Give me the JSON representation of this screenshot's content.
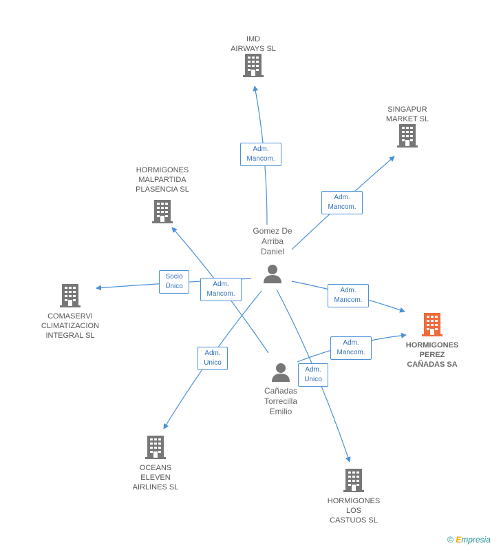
{
  "nodes": {
    "imd": "IMD\nAIRWAYS  SL",
    "singapur": "SINGAPUR\nMARKET  SL",
    "malpartida": "HORMIGONES\nMALPARTIDA\nPLASENCIA SL",
    "comaservi": "COMASERVI\nCLIMATIZACION\nINTEGRAL SL",
    "oceans": "OCEANS\nELEVEN\nAIRLINES SL",
    "castuos": "HORMIGONES\nLOS\nCASTUOS  SL",
    "perez": "HORMIGONES\nPEREZ\nCAÑADAS SA",
    "gomez": "Gomez De\nArriba\nDaniel",
    "canadas": "Cañadas\nTorrecilla\nEmilio"
  },
  "relations": {
    "r_imd": [
      "Adm.",
      "Mancom."
    ],
    "r_singapur": [
      "Adm.",
      "Mancom."
    ],
    "r_socio": [
      "Socio",
      "Único"
    ],
    "r_malpartida": [
      "Adm.",
      "Mancom."
    ],
    "r_perez_gomez": [
      "Adm.",
      "Mancom."
    ],
    "r_oceans": [
      "Adm.",
      "Unico"
    ],
    "r_perez_canadas": [
      "Adm.",
      "Mancom."
    ],
    "r_castuos": [
      "Adm.",
      "Unico"
    ]
  },
  "colors": {
    "edge": "#4a90d9",
    "building": "#777777",
    "focus_building": "#f06a3c",
    "person": "#777777"
  },
  "icons": {
    "company": "building-icon",
    "person": "person-icon"
  },
  "brand": {
    "copyright": "©",
    "e": "E",
    "rest": "mpresia"
  }
}
